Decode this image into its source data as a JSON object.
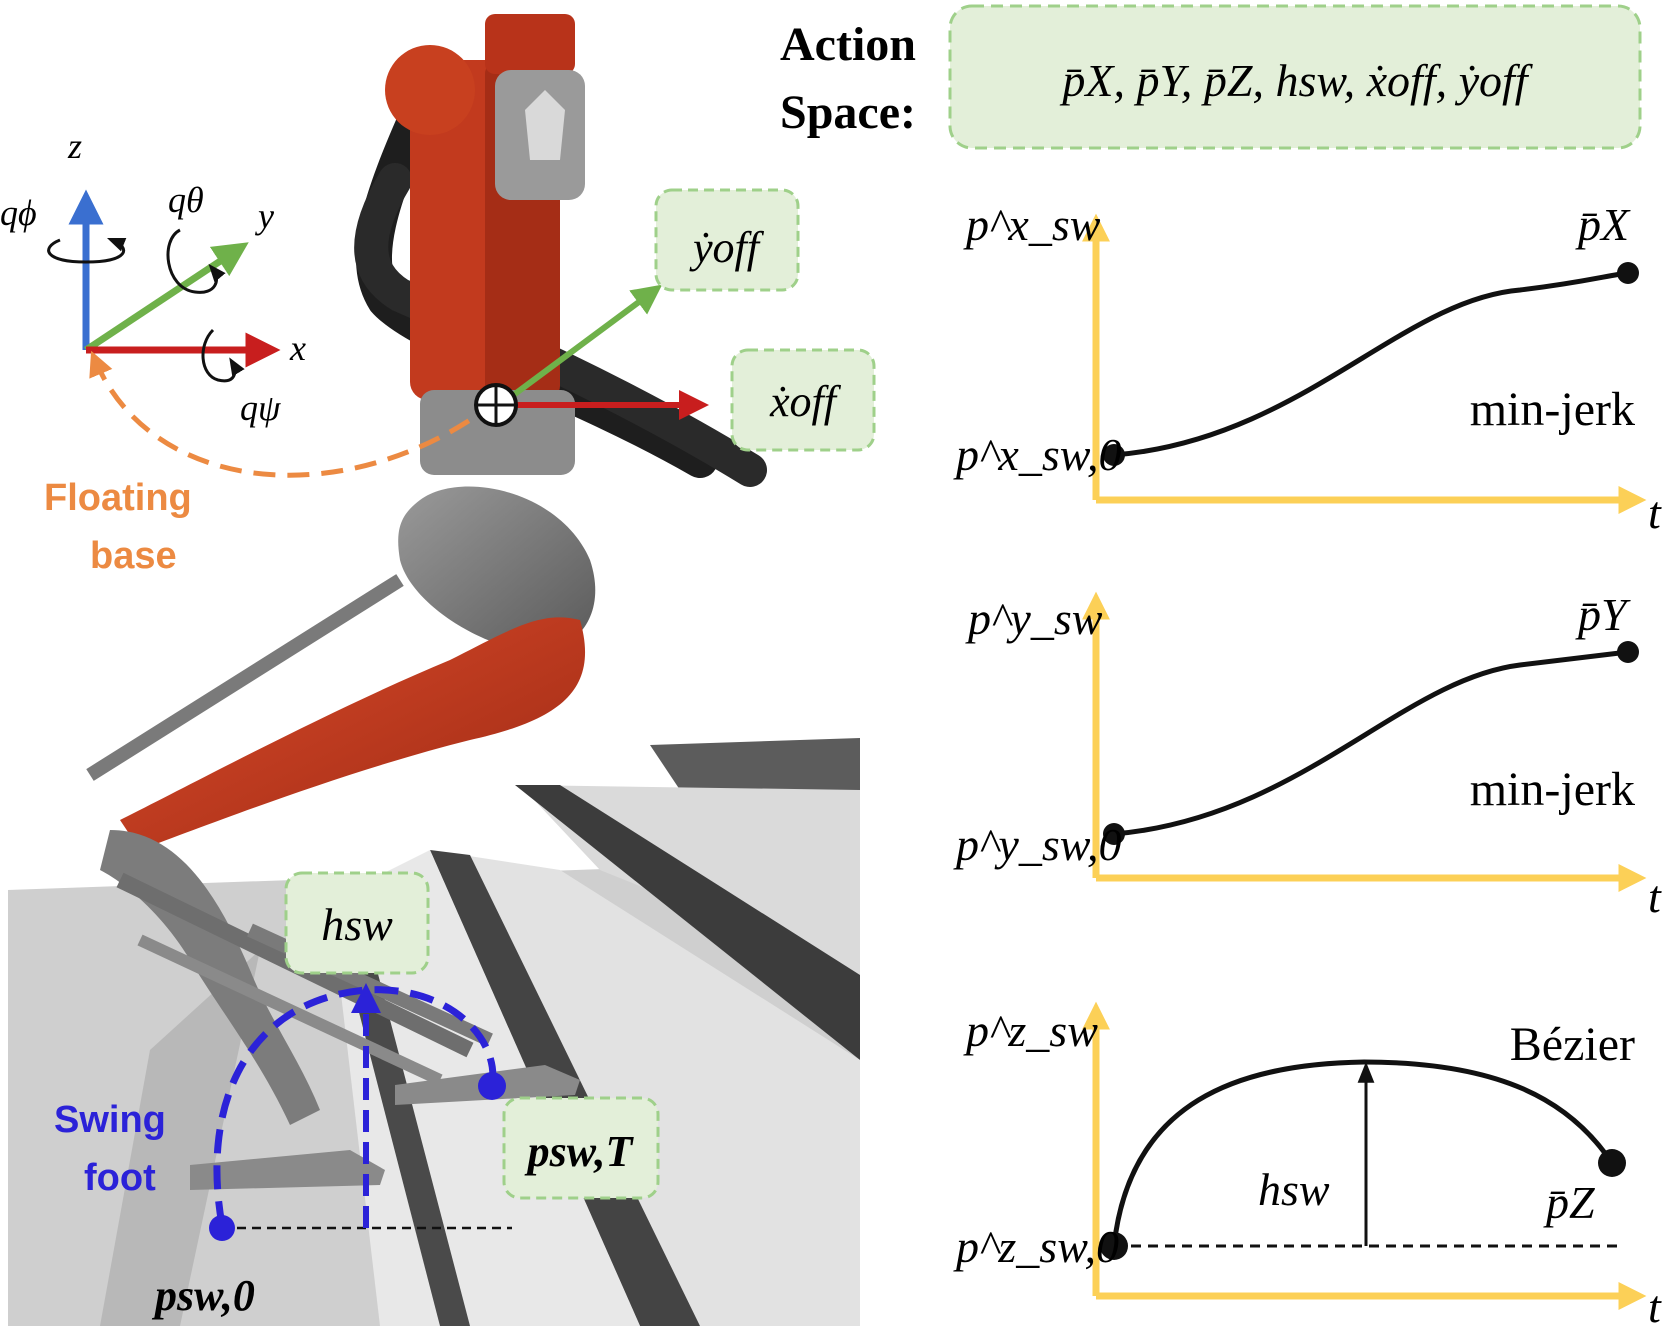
{
  "action_space": {
    "title_line1": "Action",
    "title_line2": "Space:",
    "content": "p̄X, p̄Y, p̄Z, hsw, ẋoff, ẏoff"
  },
  "frame": {
    "axis_z": "z",
    "axis_y": "y",
    "axis_x": "x",
    "rot_phi": "qϕ",
    "rot_theta": "qθ",
    "rot_psi": "qψ",
    "floating_base_line1": "Floating",
    "floating_base_line2": "base"
  },
  "robot_labels": {
    "y_off": "ẏoff",
    "x_off": "ẋoff",
    "h_sw": "hsw",
    "swing_foot_line1": "Swing",
    "swing_foot_line2": "foot",
    "p_sw_0": "psw,0",
    "p_sw_T": "psw,T"
  },
  "plots": [
    {
      "id": "x",
      "ylabel": "p^x_sw",
      "start_label": "p^x_sw,0",
      "end_label": "p̄X",
      "curve_label": "min-jerk",
      "xlabel": "t"
    },
    {
      "id": "y",
      "ylabel": "p^y_sw",
      "start_label": "p^y_sw,0",
      "end_label": "p̄Y",
      "curve_label": "min-jerk",
      "xlabel": "t"
    },
    {
      "id": "z",
      "ylabel": "p^z_sw",
      "start_label": "p^z_sw,0",
      "end_label": "p̄Z",
      "curve_label": "Bézier",
      "height_label": "hsw",
      "xlabel": "t"
    }
  ],
  "colors": {
    "panel_fill": "#e3efd9",
    "panel_border": "#9fd08a",
    "axis_yellow": "#fcd057",
    "robot_red": "#c23a1e",
    "green_arrow": "#6fb14a",
    "red_arrow": "#c81e1e",
    "blue_arrow": "#3a6fd0",
    "orange": "#ec8a42",
    "swing_blue": "#2b22d8"
  }
}
